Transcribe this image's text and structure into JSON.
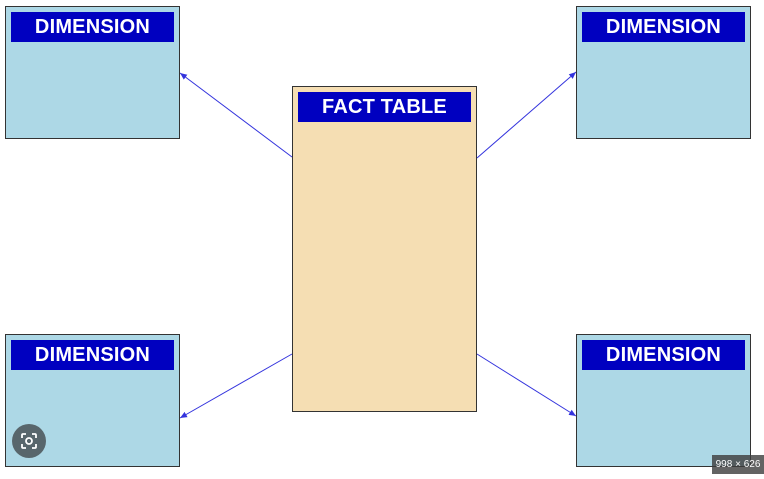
{
  "fact": {
    "title": "FACT TABLE"
  },
  "dimensions": [
    {
      "title": "DIMENSION"
    },
    {
      "title": "DIMENSION"
    },
    {
      "title": "DIMENSION"
    },
    {
      "title": "DIMENSION"
    }
  ],
  "overlay": {
    "size_label": "998 × 626",
    "lens_icon": "image-search-icon"
  },
  "colors": {
    "header_bg": "#0000c0",
    "header_text": "#ffffff",
    "dimension_fill": "#add8e6",
    "fact_fill": "#f5deb3",
    "arrow": "#3333dd"
  }
}
